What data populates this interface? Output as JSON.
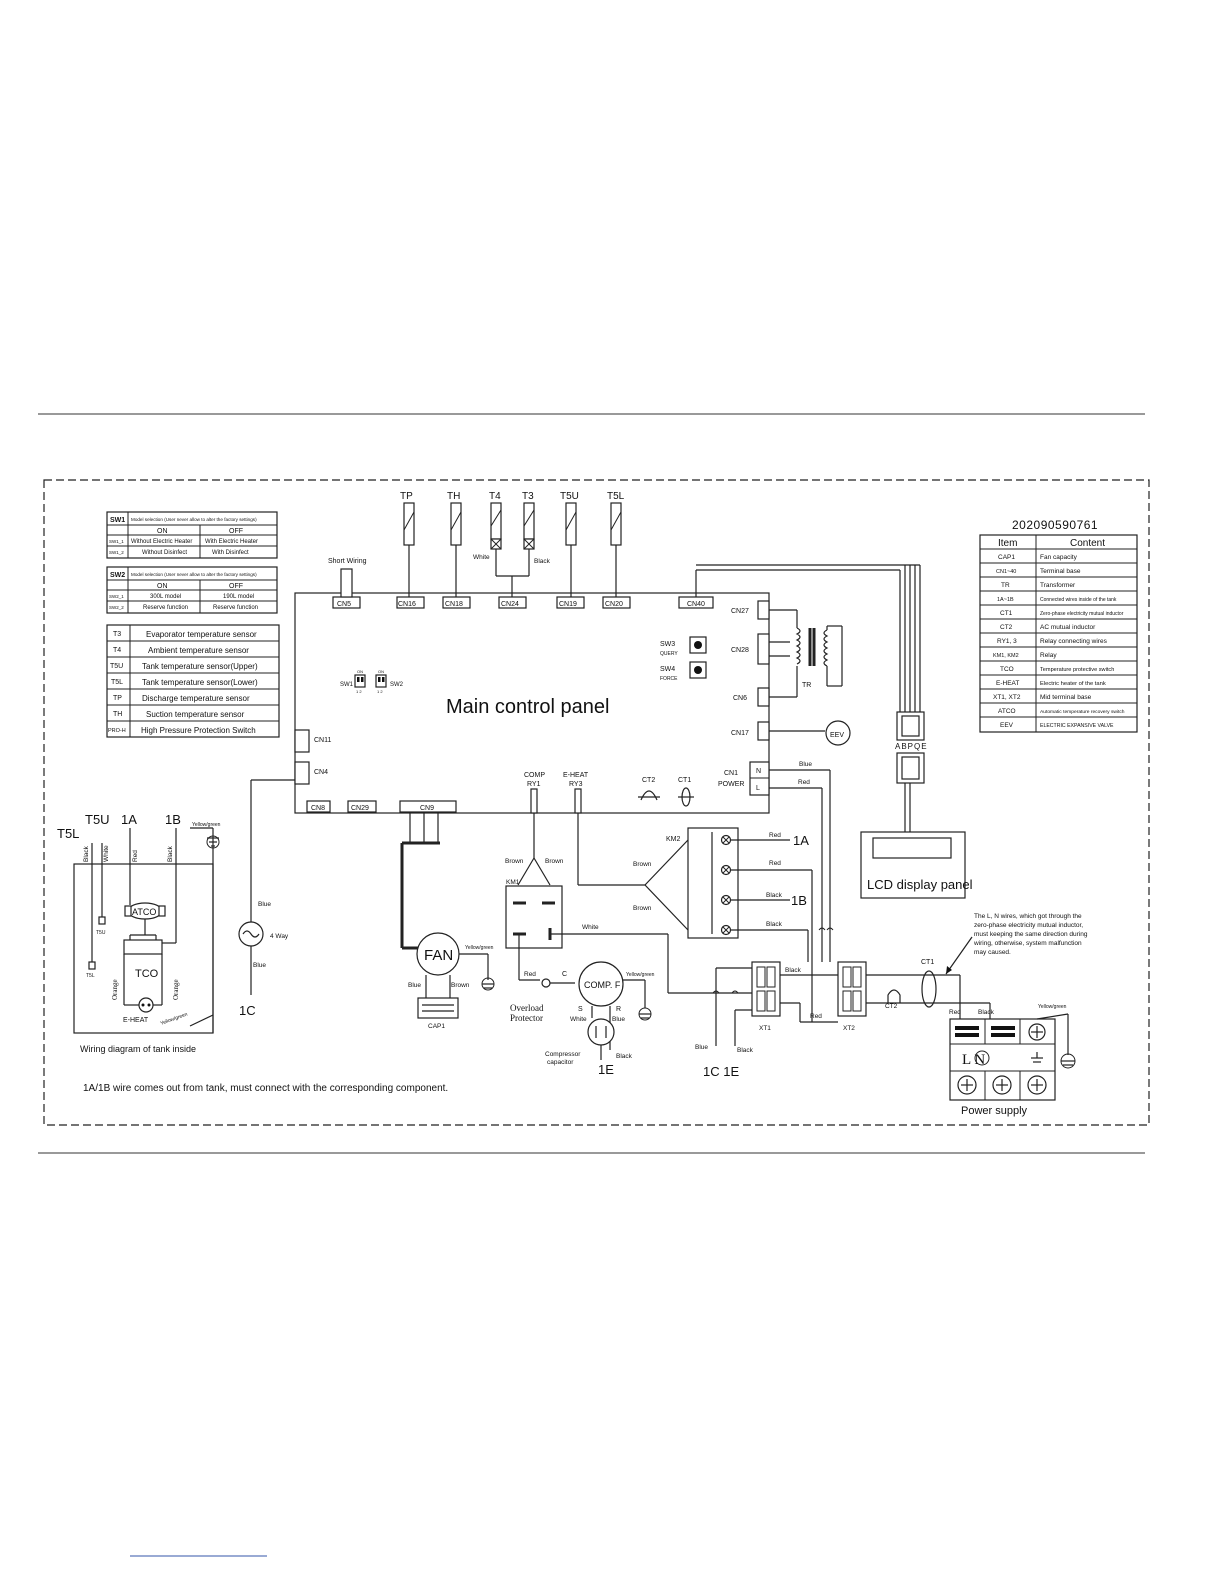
{
  "header": {
    "id_number": "202090590761"
  },
  "panel": {
    "title": "Main control panel",
    "connectors": {
      "cn5": "CN5",
      "cn16": "CN16",
      "cn18": "CN18",
      "cn24": "CN24",
      "cn19": "CN19",
      "cn20": "CN20",
      "cn40": "CN40",
      "cn27": "CN27",
      "cn28": "CN28",
      "cn6": "CN6",
      "cn17": "CN17",
      "cn1": "CN1",
      "power": "POWER",
      "n": "N",
      "l": "L",
      "cn11": "CN11",
      "cn4": "CN4",
      "cn8": "CN8",
      "cn29": "CN29",
      "cn9": "CN9"
    },
    "sw3": "SW3",
    "query": "QUERY",
    "sw4": "SW4",
    "force": "FORCE",
    "sw1": "SW1",
    "sw2": "SW2",
    "on": "ON",
    "dip_nums": "1 2",
    "tr": "TR",
    "eev": "EEV",
    "comp": "COMP",
    "ry1": "RY1",
    "eheat": "E-HEAT",
    "ry3": "RY3",
    "ct2": "CT2",
    "ct1": "CT1"
  },
  "sensors": {
    "tp": "TP",
    "th": "TH",
    "t4": "T4",
    "t3": "T3",
    "t5u": "T5U",
    "t5l": "T5L",
    "white": "White",
    "black": "Black",
    "short_wiring": "Short Wiring"
  },
  "sw1_table": {
    "head_left": "SW1",
    "head_right": "Model selection (User never allow to alter the factory settings)",
    "on": "ON",
    "off": "OFF",
    "rows": [
      [
        "SW1_1",
        "Without Electric Heater",
        "With Electric Heater"
      ],
      [
        "SW1_2",
        "Without Disinfect",
        "With Disinfect"
      ]
    ]
  },
  "sw2_table": {
    "head_left": "SW2",
    "head_right": "Model selection (User never allow to alter the factory settings)",
    "on": "ON",
    "off": "OFF",
    "rows": [
      [
        "SW2_1",
        "300L model",
        "190L model"
      ],
      [
        "SW2_2",
        "Reserve function",
        "Reserve function"
      ]
    ]
  },
  "sensor_table": [
    [
      "T3",
      "Evaporator temperature  sensor"
    ],
    [
      "T4",
      "Ambient temperature sensor"
    ],
    [
      "T5U",
      "Tank temperature sensor(Upper)"
    ],
    [
      "T5L",
      "Tank temperature sensor(Lower)"
    ],
    [
      "TP",
      "Discharge temperature sensor"
    ],
    [
      "TH",
      "Suction  temperature sensor"
    ],
    [
      "PRO-H",
      "High Pressure Protection Switch"
    ]
  ],
  "legend_table": {
    "head_item": "Item",
    "head_content": "Content",
    "rows": [
      [
        "CAP1",
        "Fan capacity"
      ],
      [
        "CN1~40",
        "Terminal base"
      ],
      [
        "TR",
        "Transformer"
      ],
      [
        "1A~1B",
        "Connected wires inside of the tank"
      ],
      [
        "CT1",
        "Zero-phase electricity mutual inductor"
      ],
      [
        "CT2",
        "AC mutual inductor"
      ],
      [
        "RY1, 3",
        "Relay connecting wires"
      ],
      [
        "KM1, KM2",
        "Relay"
      ],
      [
        "TCO",
        "Temperature protective switch"
      ],
      [
        "E-HEAT",
        "Electric heater of the tank"
      ],
      [
        "XT1, XT2",
        "Mid terminal base"
      ],
      [
        "ATCO",
        "Automatic temperature recovery switch"
      ],
      [
        "EEV",
        "ELECTRIC EXPANSIVE VALVE"
      ]
    ]
  },
  "lcd": {
    "label": "LCD display panel",
    "pins": "ABPQE"
  },
  "tank": {
    "t5u": "T5U",
    "oneA": "1A",
    "oneB": "1B",
    "t5l": "T5L",
    "black1": "Black",
    "white": "White",
    "red": "Red",
    "black2": "Black",
    "yellowgreen": "Yellow/green",
    "atco": "ATCO",
    "tco": "TCO",
    "orange1": "Orange",
    "orange2": "Orange",
    "eheat": "E-HEAT",
    "yg2": "Yellow/green",
    "t5u_small": "T5U",
    "t5l_small": "T5L",
    "caption": "Wiring diagram of tank inside"
  },
  "fourway": {
    "blue1": "Blue",
    "label": "4 Way",
    "blue2": "Blue",
    "c1": "1C"
  },
  "fan": {
    "label": "FAN",
    "yg": "Yellow/green",
    "blue": "Blue",
    "brown": "Brown",
    "cap": "CAP1"
  },
  "km1": {
    "label": "KM1",
    "brown1": "Brown",
    "brown2": "Brown",
    "white": "White",
    "red": "Red",
    "c": "C"
  },
  "comp": {
    "label": "COMP. F",
    "yg": "Yellow/green",
    "s": "S",
    "r": "R",
    "white": "White",
    "blue": "Blue",
    "overload1": "Overload",
    "overload2": "Protector",
    "cc1": "Compressor",
    "cc2": "capacitor",
    "black": "Black",
    "e1": "1E"
  },
  "km2": {
    "label": "KM2",
    "brown1": "Brown",
    "brown2": "Brown",
    "red1": "Red",
    "oneA": "1A",
    "red2": "Red",
    "black1": "Black",
    "oneB": "1B",
    "black2": "Black"
  },
  "terminals": {
    "xt1": "XT1",
    "xt2": "XT2",
    "ct2": "CT2",
    "ct1": "CT1",
    "black": "Black",
    "red": "Red",
    "blue_top": "Blue",
    "red_top": "Red",
    "blue": "Blue",
    "black2": "Black",
    "c1e": "1C 1E"
  },
  "power": {
    "red": "Red",
    "black": "Black",
    "yg": "Yellow/green",
    "ln": "L  N",
    "label": "Power supply"
  },
  "notes": {
    "ct1_note": [
      "The L, N wires, which got through the",
      "zero-phase electricity mutual inductor,",
      "must keeping the same direction during",
      "wiring, otherwise, system malfunction",
      "may caused."
    ],
    "bottom_note": "1A/1B wire comes out from tank, must connect with the corresponding component."
  }
}
